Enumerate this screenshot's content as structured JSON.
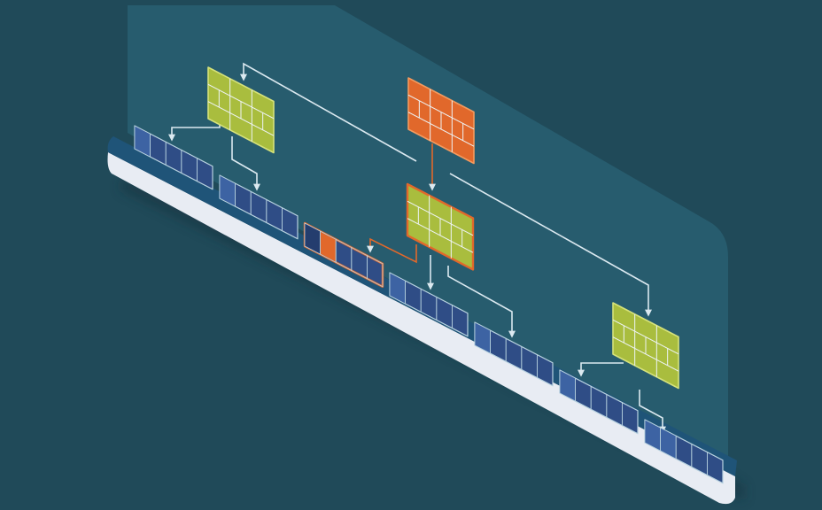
{
  "colors": {
    "background": "#204a59",
    "panel": "#2a6376",
    "panel_edge": "#3a7a8c",
    "connector": "#dbe9f0",
    "node_green": "#a9bd3e",
    "node_green_edge": "#d6e27a",
    "node_orange": "#e1682b",
    "node_orange_edge": "#f49a5e",
    "cell_line": "#eef4f6",
    "block_fill": "#2f4d86",
    "block_cell_highlight": "#3d63a3",
    "block_edge": "#b8d2df",
    "base_top": "#1f5478",
    "base_side": "#e8ecf3"
  },
  "diagram": {
    "description_free": true,
    "internal_nodes": [
      {
        "id": "node-left",
        "kind": "internal",
        "highlight": false,
        "children": [
          "leaf-1",
          "leaf-2"
        ]
      },
      {
        "id": "node-root",
        "kind": "root",
        "highlight": true,
        "children": [
          "node-left",
          "node-middle",
          "node-right"
        ]
      },
      {
        "id": "node-middle",
        "kind": "internal",
        "highlight": true,
        "children": [
          "leaf-3",
          "leaf-4",
          "leaf-5"
        ]
      },
      {
        "id": "node-right",
        "kind": "internal",
        "highlight": false,
        "children": [
          "leaf-6",
          "leaf-7"
        ]
      }
    ],
    "leaf_blocks": [
      {
        "id": "leaf-1",
        "highlight": false,
        "filled_cells": 1
      },
      {
        "id": "leaf-2",
        "highlight": false,
        "filled_cells": 1
      },
      {
        "id": "leaf-3",
        "highlight": true,
        "filled_cells": 2
      },
      {
        "id": "leaf-4",
        "highlight": false,
        "filled_cells": 1
      },
      {
        "id": "leaf-5",
        "highlight": false,
        "filled_cells": 1
      },
      {
        "id": "leaf-6",
        "highlight": false,
        "filled_cells": 1
      },
      {
        "id": "leaf-7",
        "highlight": false,
        "filled_cells": 2
      }
    ],
    "icons": {
      "connector": "arrow-connector-icon",
      "node": "grid-node-icon",
      "block": "segmented-block-icon"
    }
  }
}
